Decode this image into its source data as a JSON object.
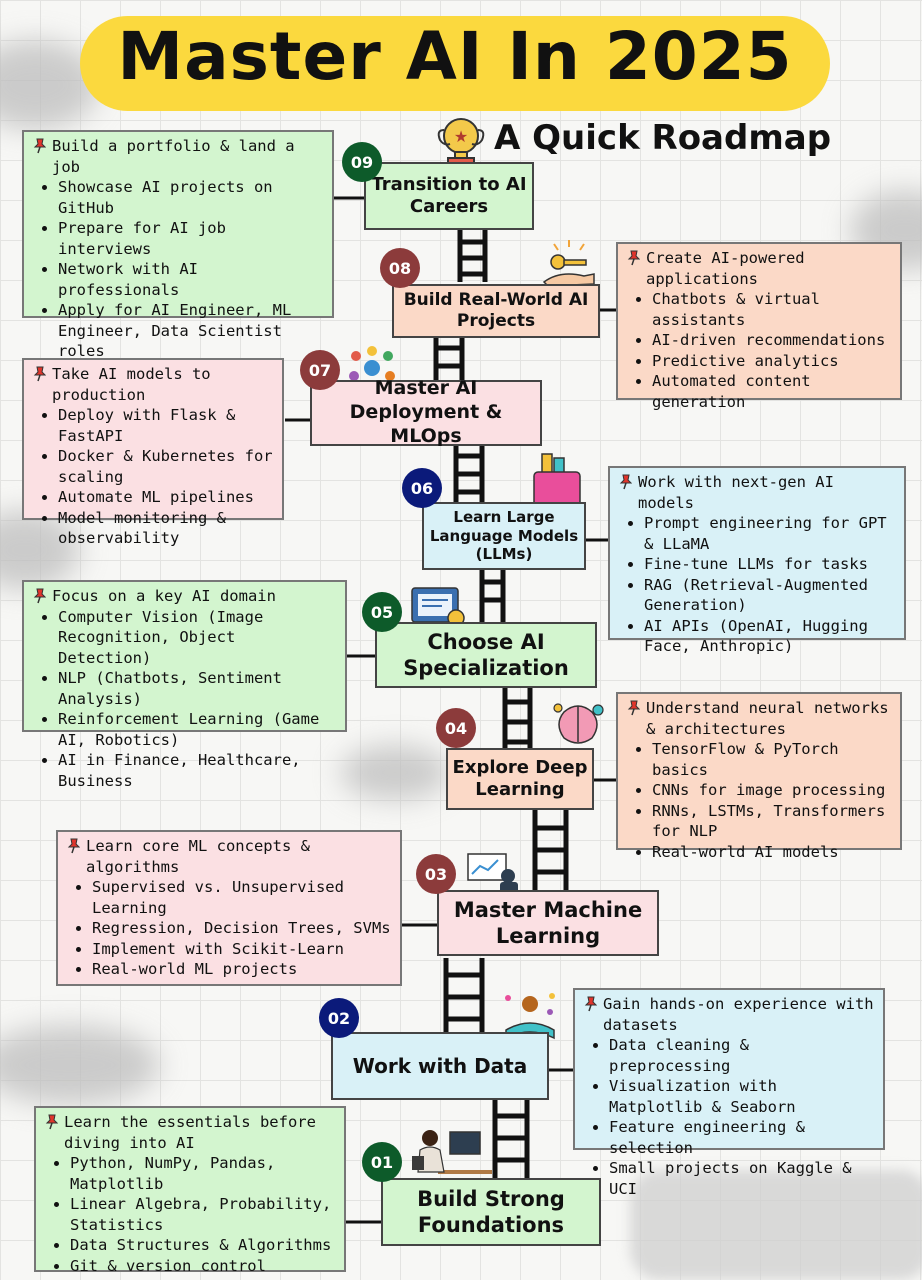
{
  "title": "Master AI In 2025",
  "subtitle": "A Quick Roadmap",
  "colors": {
    "title_band": "#fbd93e",
    "green": "#d3f5cf",
    "peach": "#fbd9c7",
    "pink": "#fbe0e3",
    "blue": "#d9f1f7",
    "navy": "#0b1a7a",
    "darkgreen": "#0d5b2a",
    "maroon": "#8c3b3b"
  },
  "steps": [
    {
      "number": "09",
      "title": "Transition to AI Careers",
      "heading": "Build a portfolio & land a job",
      "items": [
        "Showcase AI projects on GitHub",
        "Prepare for AI job interviews",
        "Network with AI professionals",
        "Apply for AI Engineer, ML Engineer, Data Scientist roles"
      ]
    },
    {
      "number": "08",
      "title": "Build Real-World AI Projects",
      "heading": "Create AI-powered applications",
      "items": [
        "Chatbots & virtual assistants",
        "AI-driven recommendations",
        "Predictive analytics",
        "Automated content generation"
      ]
    },
    {
      "number": "07",
      "title": "Master AI Deployment & MLOps",
      "heading": "Take AI models to production",
      "items": [
        "Deploy with Flask & FastAPI",
        "Docker & Kubernetes for scaling",
        "Automate ML pipelines",
        "Model monitoring & observability"
      ]
    },
    {
      "number": "06",
      "title": "Learn Large Language Models (LLMs)",
      "heading": "Work with next-gen AI models",
      "items": [
        "Prompt engineering for GPT & LLaMA",
        "Fine-tune LLMs for tasks",
        "RAG (Retrieval-Augmented Generation)",
        "AI APIs (OpenAI, Hugging Face, Anthropic)"
      ]
    },
    {
      "number": "05",
      "title": "Choose AI Specialization",
      "heading": "Focus on a key AI domain",
      "items": [
        "Computer Vision (Image Recognition, Object Detection)",
        "NLP (Chatbots, Sentiment Analysis)",
        "Reinforcement Learning (Game AI, Robotics)",
        "AI in Finance, Healthcare, Business"
      ]
    },
    {
      "number": "04",
      "title": "Explore Deep Learning",
      "heading": "Understand neural networks & architectures",
      "items": [
        "TensorFlow & PyTorch basics",
        "CNNs for image processing",
        "RNNs, LSTMs, Transformers for NLP",
        "Real-world AI models"
      ]
    },
    {
      "number": "03",
      "title": "Master Machine Learning",
      "heading": "Learn core ML concepts & algorithms",
      "items": [
        "Supervised vs. Unsupervised Learning",
        "Regression, Decision Trees, SVMs",
        "Implement with Scikit-Learn",
        "Real-world ML projects"
      ]
    },
    {
      "number": "02",
      "title": "Work with Data",
      "heading": "Gain hands-on experience with datasets",
      "items": [
        "Data cleaning & preprocessing",
        "Visualization with Matplotlib & Seaborn",
        "Feature engineering & selection",
        "Small projects on Kaggle & UCI"
      ]
    },
    {
      "number": "01",
      "title": "Build Strong Foundations",
      "heading": "Learn the essentials before diving into AI",
      "items": [
        "Python, NumPy, Pandas, Matplotlib",
        "Linear Algebra, Probability, Statistics",
        "Data Structures & Algorithms",
        "Git & version control"
      ]
    }
  ]
}
